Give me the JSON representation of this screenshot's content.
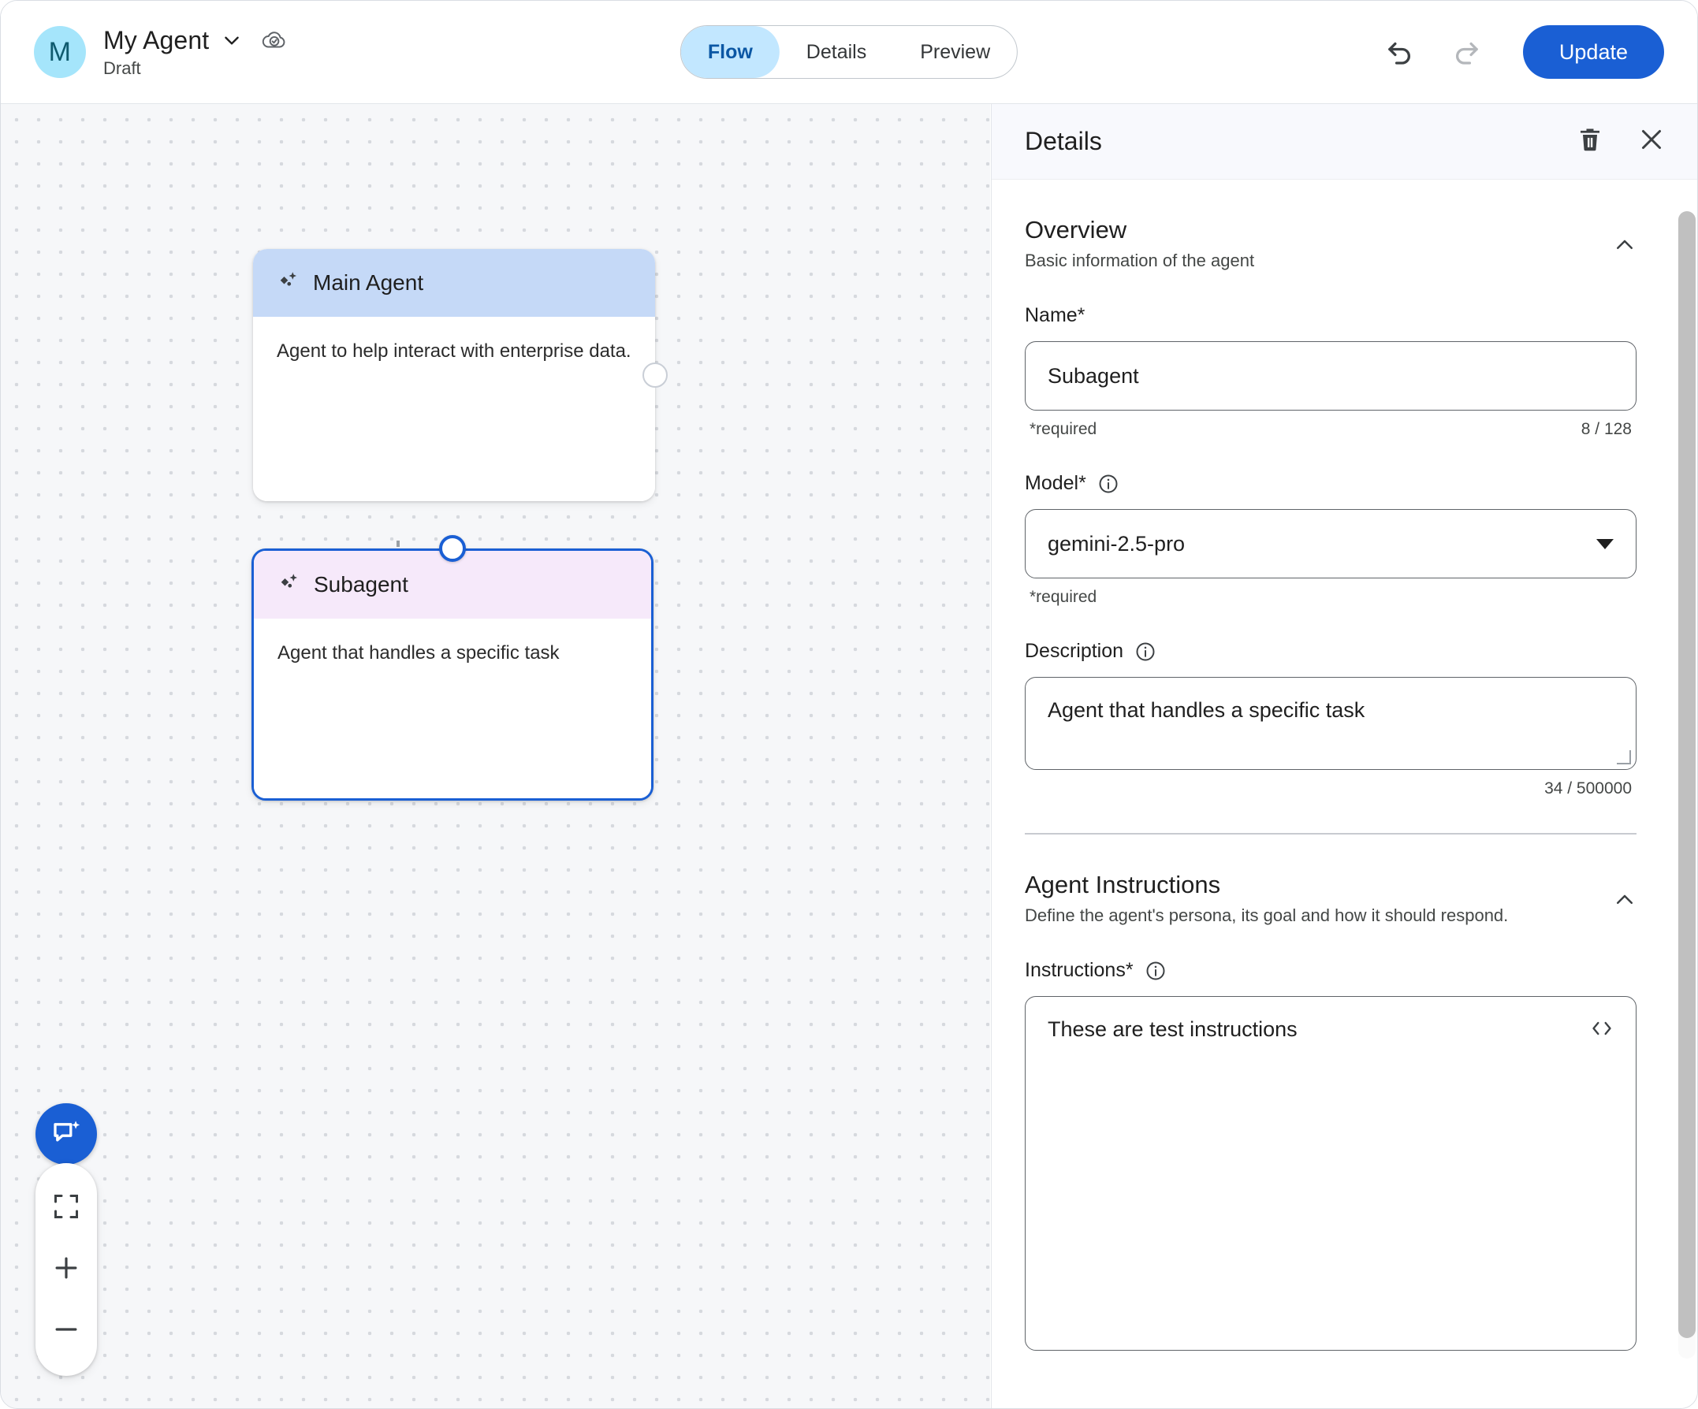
{
  "header": {
    "avatar_letter": "M",
    "title": "My Agent",
    "subtitle": "Draft",
    "title_chevron_icon": "chevron-down-icon",
    "cloud_status_icon": "cloud-check-icon",
    "tabs": [
      {
        "label": "Flow",
        "active": true
      },
      {
        "label": "Details",
        "active": false
      },
      {
        "label": "Preview",
        "active": false
      }
    ],
    "undo_icon": "undo-icon",
    "redo_icon": "redo-icon",
    "update_label": "Update",
    "accent_color": "#1a5fd4",
    "active_tab_bg": "#c2e7ff",
    "active_tab_color": "#0b57a4"
  },
  "canvas": {
    "nodes": [
      {
        "title": "Main Agent",
        "description": "Agent to help interact with enterprise data.",
        "header_color": "#c5d9f7",
        "icon": "sparkle-icon",
        "selected": false
      },
      {
        "title": "Subagent",
        "description": "Agent that handles a specific task",
        "header_color": "#f6e9fa",
        "icon": "sparkle-icon",
        "selected": true
      }
    ],
    "controls": {
      "assistant_icon": "chat-sparkle-icon",
      "fit_screen_icon": "fit-to-screen-icon",
      "zoom_in_icon": "plus-icon",
      "zoom_out_icon": "minus-icon"
    }
  },
  "panel": {
    "title": "Details",
    "delete_icon": "trash-icon",
    "close_icon": "close-icon",
    "sections": [
      {
        "title": "Overview",
        "subtitle": "Basic information of the agent",
        "collapse_icon": "chevron-up-icon"
      },
      {
        "title": "Agent Instructions",
        "subtitle": "Define the agent's persona, its goal and how it should respond.",
        "collapse_icon": "chevron-up-icon"
      }
    ],
    "name_field": {
      "label": "Name*",
      "value": "Subagent",
      "helper": "*required",
      "counter": "8 / 128"
    },
    "model_field": {
      "label": "Model*",
      "value": "gemini-2.5-pro",
      "helper": "*required",
      "info_icon": "info-icon",
      "dropdown_icon": "triangle-down-icon"
    },
    "description_field": {
      "label": "Description",
      "value": "Agent that handles a specific task",
      "counter": "34 / 500000",
      "info_icon": "info-icon"
    },
    "instructions_field": {
      "label": "Instructions*",
      "value": "These are test instructions",
      "info_icon": "info-icon",
      "code_icon": "code-brackets-icon"
    }
  }
}
